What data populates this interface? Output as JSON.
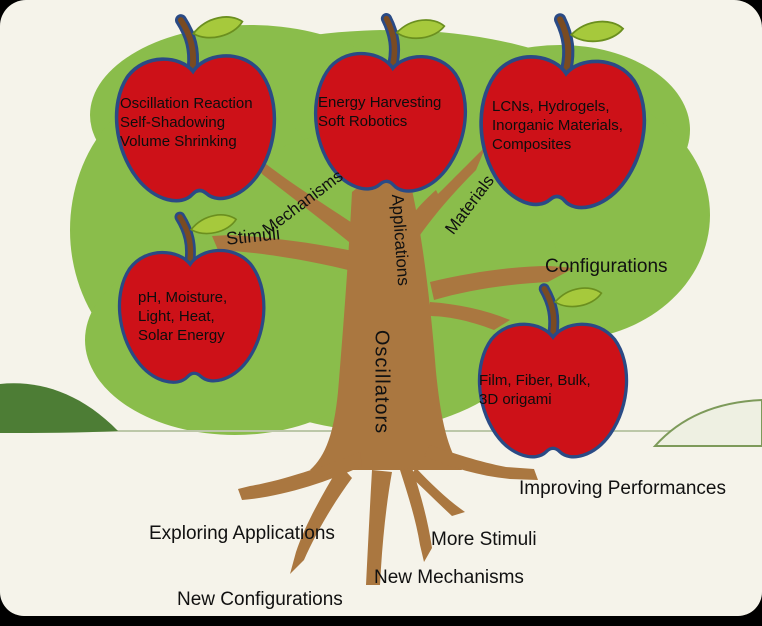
{
  "diagram": {
    "trunk_label": "Oscillators",
    "branch_labels": {
      "stimuli": "Stimuli",
      "mechanisms": "Mechanisms",
      "applications": "Applications",
      "materials": "Materials",
      "configurations": "Configurations"
    },
    "apples": {
      "mechanisms_apple": "Oscillation Reaction\nSelf-Shadowing\nVolume Shrinking",
      "applications_apple": "Energy Harvesting\nSoft Robotics",
      "materials_apple": "LCNs, Hydrogels,\nInorganic Materials,\nComposites",
      "stimuli_apple": "pH, Moisture,\nLight,  Heat,\nSolar Energy",
      "configurations_apple": "Film, Fiber, Bulk,\n3D origami"
    },
    "root_labels": {
      "improving_performances": "Improving Performances",
      "exploring_applications": "Exploring Applications",
      "more_stimuli": "More Stimuli",
      "new_mechanisms": "New Mechanisms",
      "new_configurations": "New Configurations"
    },
    "colors": {
      "canopy_green": "#8abd4b",
      "hill_green": "#4d7d35",
      "trunk_brown": "#aa7740",
      "apple_red": "#cd1118",
      "apple_outline_navy": "#2a4a85",
      "leaf_green": "#a6c93c",
      "text_black": "#111111",
      "background_cream": "#f5f3ea"
    }
  }
}
